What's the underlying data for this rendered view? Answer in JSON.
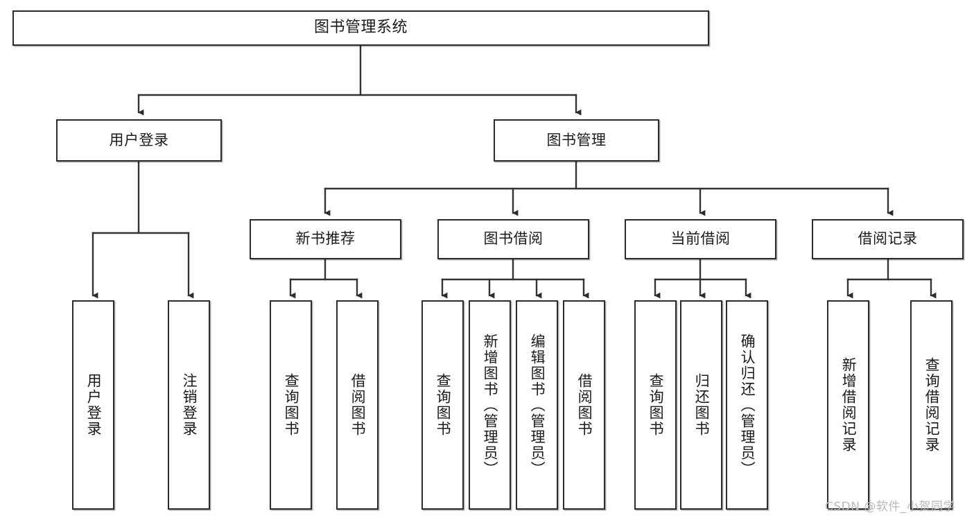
{
  "diagram": {
    "type": "tree",
    "title": "图书管理系统",
    "orientation": "top-down",
    "colors": {
      "box_border": "#2b2b2b",
      "box_fill": "#ffffff",
      "connector": "#333333",
      "text": "#1a1a1a",
      "watermark": "#b8b8b8",
      "background": "#ffffff"
    },
    "root": {
      "label": "图书管理系统"
    },
    "level2": [
      {
        "label": "用户登录"
      },
      {
        "label": "图书管理"
      }
    ],
    "level3": [
      {
        "label": "新书推荐"
      },
      {
        "label": "图书借阅"
      },
      {
        "label": "当前借阅"
      },
      {
        "label": "借阅记录"
      }
    ],
    "leaves": {
      "user_login": [
        {
          "label": "用户登录"
        },
        {
          "label": "注销登录"
        }
      ],
      "new_book_recommend": [
        {
          "label": "查询图书"
        },
        {
          "label": "借阅图书"
        }
      ],
      "book_borrow": [
        {
          "label": "查询图书"
        },
        {
          "label": "新增图书（管理员）"
        },
        {
          "label": "编辑图书（管理员）"
        },
        {
          "label": "借阅图书"
        }
      ],
      "current_borrow": [
        {
          "label": "查询图书"
        },
        {
          "label": "归还图书"
        },
        {
          "label": "确认归还（管理员）"
        }
      ],
      "borrow_record": [
        {
          "label": "新增借阅记录"
        },
        {
          "label": "查询借阅记录"
        }
      ]
    }
  },
  "watermark": {
    "text": "CSDN @软件_小贺同学"
  }
}
